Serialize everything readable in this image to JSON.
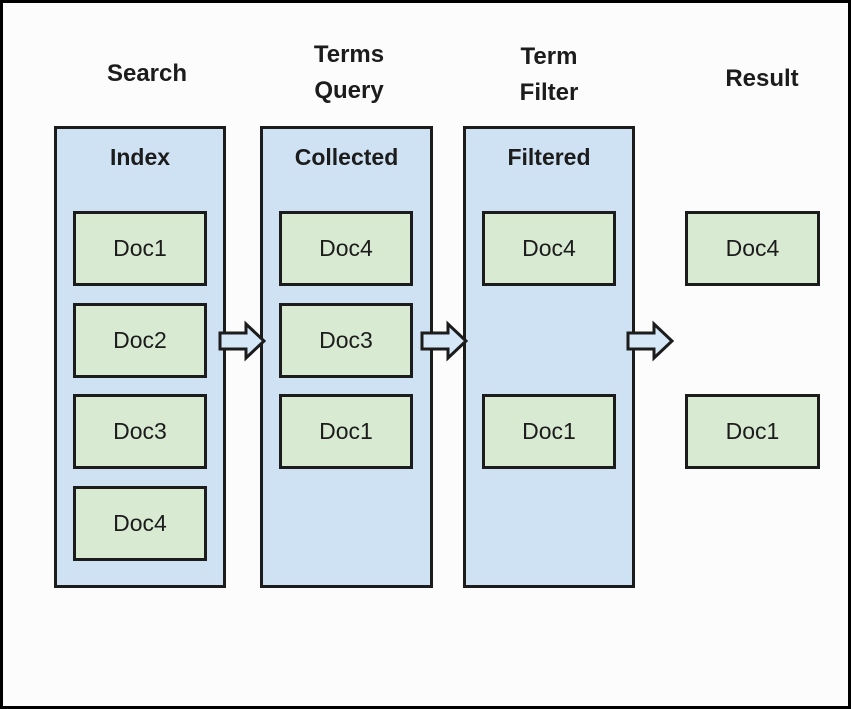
{
  "columns": [
    {
      "header": "Search",
      "box": {
        "label": "Index",
        "docs": [
          {
            "label": "Doc1",
            "row": 0
          },
          {
            "label": "Doc2",
            "row": 1
          },
          {
            "label": "Doc3",
            "row": 2
          },
          {
            "label": "Doc4",
            "row": 3
          }
        ]
      }
    },
    {
      "header": "Terms\nQuery",
      "box": {
        "label": "Collected",
        "docs": [
          {
            "label": "Doc4",
            "row": 0
          },
          {
            "label": "Doc3",
            "row": 1
          },
          {
            "label": "Doc1",
            "row": 2
          }
        ]
      }
    },
    {
      "header": "Term\nFilter",
      "box": {
        "label": "Filtered",
        "docs": [
          {
            "label": "Doc4",
            "row": 0
          },
          {
            "label": "Doc1",
            "row": 2
          }
        ]
      }
    },
    {
      "header": "Result",
      "docs": [
        {
          "label": "Doc4",
          "row": 0
        },
        {
          "label": "Doc1",
          "row": 2
        }
      ]
    }
  ],
  "colors": {
    "container_fill": "#cfe2f3",
    "doc_fill": "#d9ead3",
    "arrow_fill": "#d6e8f7",
    "ink": "#1c1c1c",
    "background": "#fcfcfc",
    "frame_border": "#000000"
  }
}
